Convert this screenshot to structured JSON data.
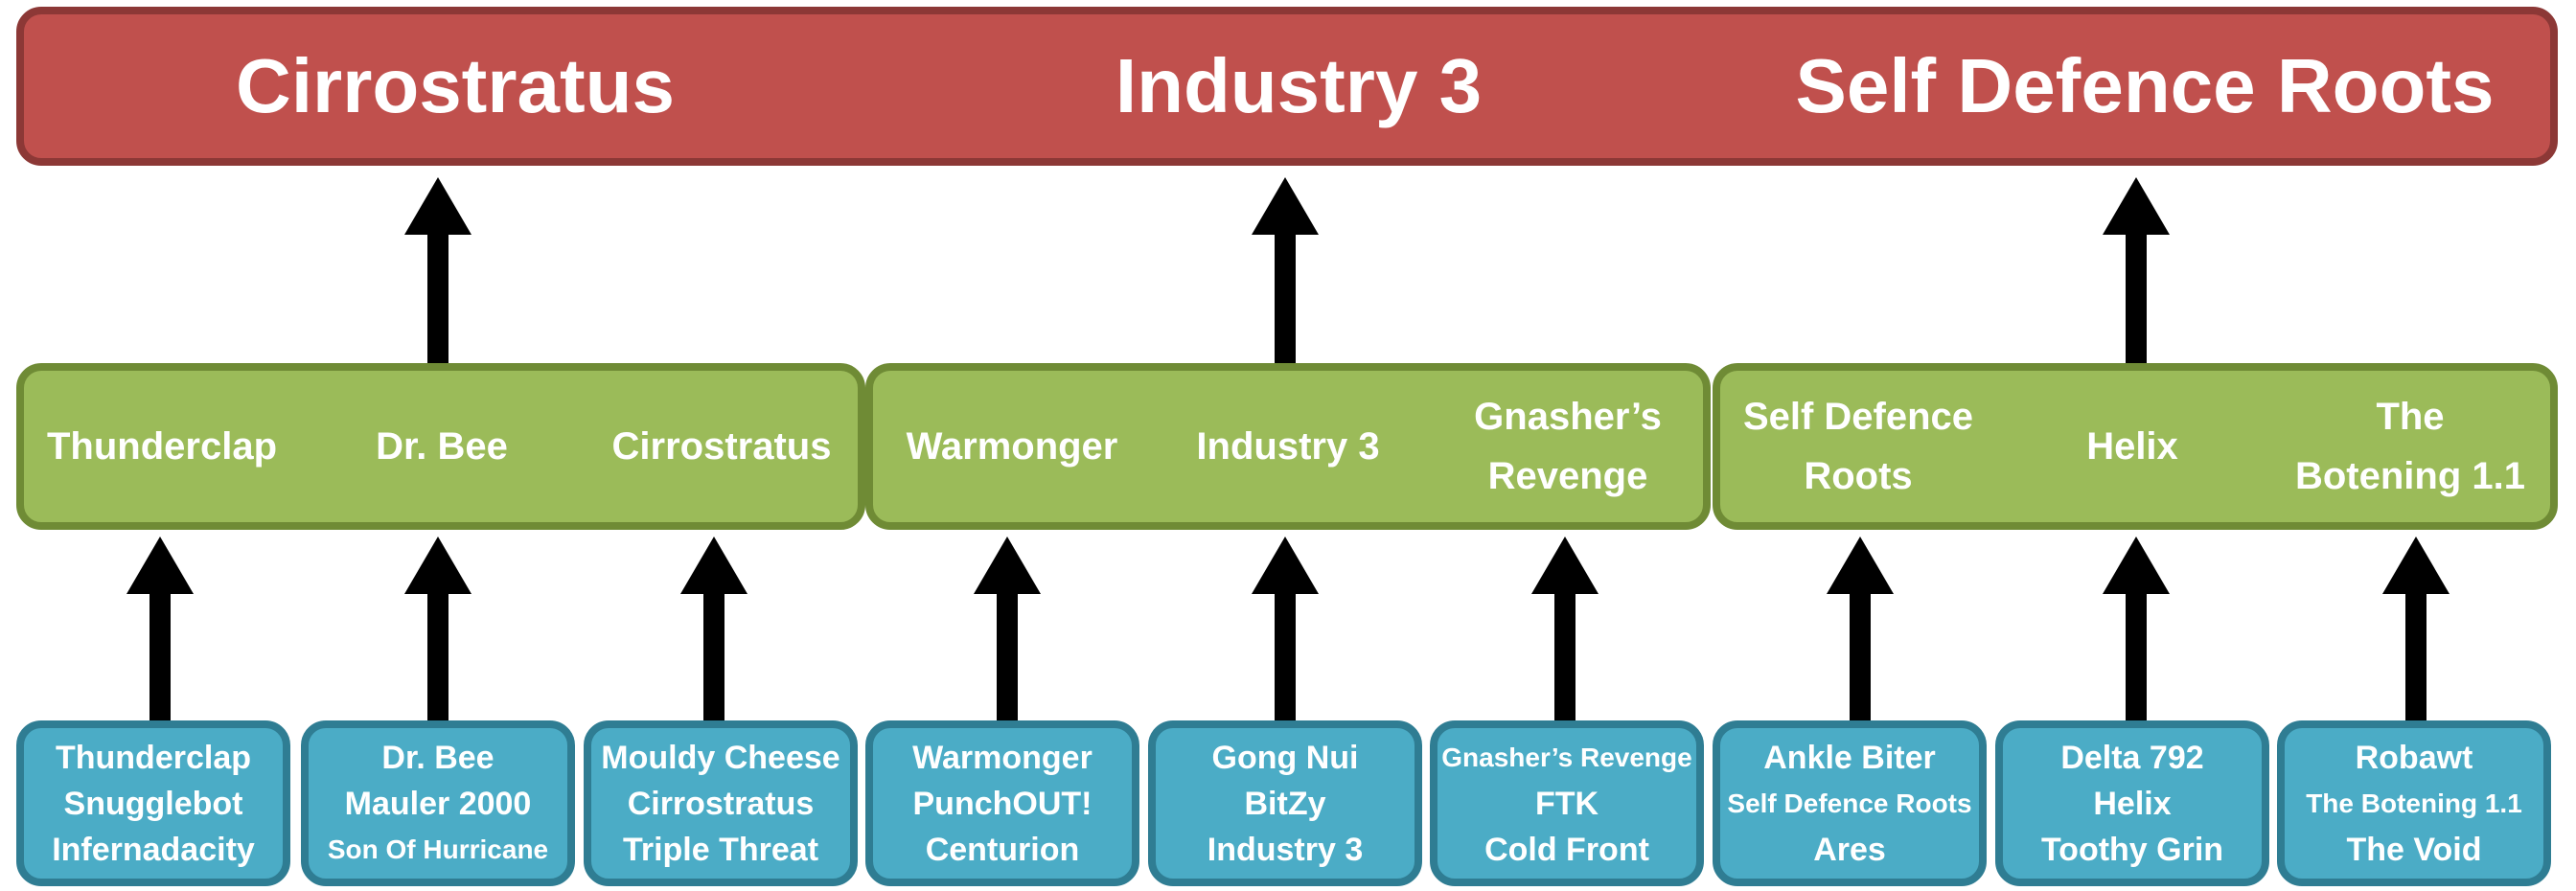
{
  "top_row": [
    "Cirrostratus",
    "Industry 3",
    "Self Defence Roots"
  ],
  "middle_row": [
    {
      "items": [
        "Thunderclap",
        "Dr. Bee",
        "Cirrostratus"
      ]
    },
    {
      "items": [
        "Warmonger",
        "Industry 3",
        "Gnasher’s\nRevenge"
      ]
    },
    {
      "items": [
        "Self Defence\nRoots",
        "Helix",
        "The\nBotening 1.1"
      ]
    }
  ],
  "bottom_row": [
    [
      "Thunderclap",
      "Snugglebot",
      "Infernadacity"
    ],
    [
      "Dr. Bee",
      "Mauler 2000",
      "Son Of Hurricane"
    ],
    [
      "Mouldy Cheese",
      "Cirrostratus",
      "Triple Threat"
    ],
    [
      "Warmonger",
      "PunchOUT!",
      "Centurion"
    ],
    [
      "Gong Nui",
      "BitZy",
      "Industry 3"
    ],
    [
      "Gnasher’s Revenge",
      "FTK",
      "Cold Front"
    ],
    [
      "Ankle Biter",
      "Self Defence Roots",
      "Ares"
    ],
    [
      "Delta 792",
      "Helix",
      "Toothy Grin"
    ],
    [
      "Robawt",
      "The Botening 1.1",
      "The Void"
    ]
  ],
  "colors": {
    "top_fill": "#c0504d",
    "middle_fill": "#9bbb59",
    "bottom_fill": "#4bacc6",
    "arrow": "#000000"
  }
}
